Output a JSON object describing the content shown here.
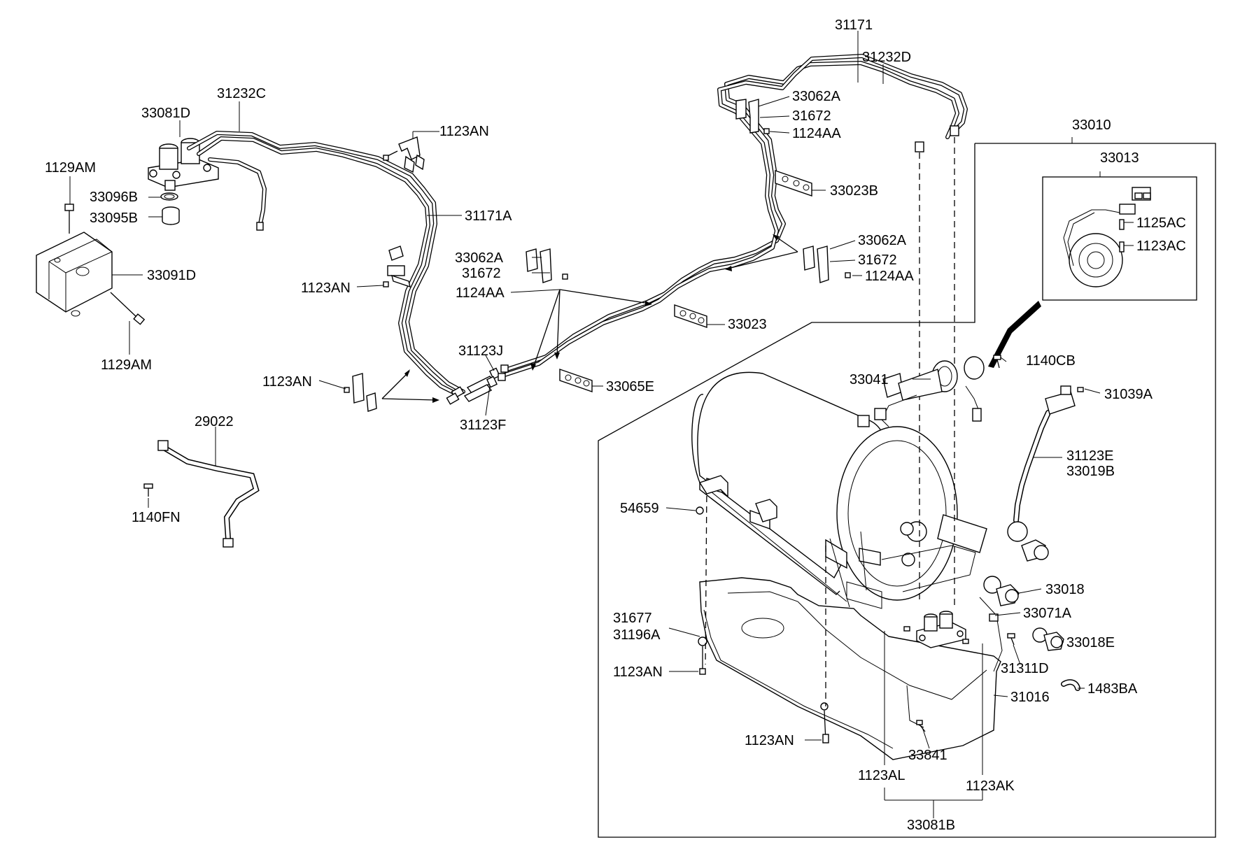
{
  "labels": {
    "l31171": "31171",
    "l31232D": "31232D",
    "l33010": "33010",
    "l33013": "33013",
    "l31232C": "31232C",
    "l33081D": "33081D",
    "l1123AN_top": "1123AN",
    "l1129AM_top": "1129AM",
    "l33096B": "33096B",
    "l33095B": "33095B",
    "l31171A": "31171A",
    "l33091D": "33091D",
    "l1129AM_bot": "1129AM",
    "l33062A_a": "33062A",
    "l31672_a": "31672",
    "l1124AA_a": "1124AA",
    "l33023B": "33023B",
    "l1125AC": "1125AC",
    "l1123AC": "1123AC",
    "l33062A_b": "33062A",
    "l31672_b": "31672",
    "l1124AA_b": "1124AA",
    "l33062A_c": "33062A",
    "l31672_c": "31672",
    "l1124AA_c": "1124AA",
    "l1123AN_mid": "1123AN",
    "l33023": "33023",
    "l31123J": "31123J",
    "l1140CB": "1140CB",
    "l33041": "33041",
    "l1123AN_left": "1123AN",
    "l33065E": "33065E",
    "l31039A": "31039A",
    "l31123F": "31123F",
    "l29022": "29022",
    "l31123E": "31123E",
    "l33019B": "33019B",
    "l54659": "54659",
    "l1140FN": "1140FN",
    "l33018": "33018",
    "l33071A": "33071A",
    "l31677": "31677",
    "l31196A": "31196A",
    "l33018E": "33018E",
    "l31311D": "31311D",
    "l1123AN_btm1": "1123AN",
    "l1483BA": "1483BA",
    "l31016": "31016",
    "l1123AN_btm2": "1123AN",
    "l33841": "33841",
    "l1123AL": "1123AL",
    "l1123AK": "1123AK",
    "l33081B": "33081B"
  }
}
